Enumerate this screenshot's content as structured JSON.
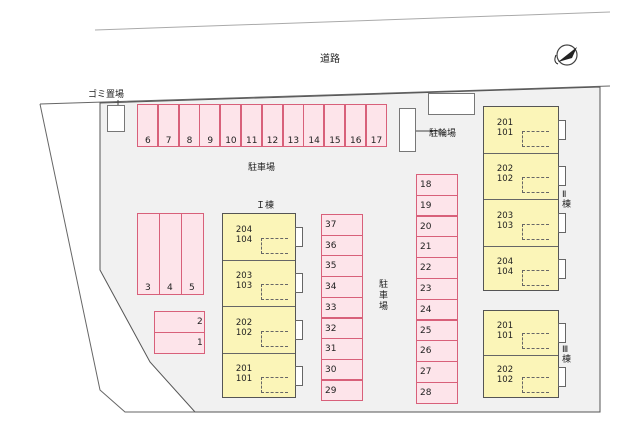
{
  "road_label": "道路",
  "garbage_label": "ゴミ置場",
  "bicycle_label": "駐輪場",
  "parking_label_top": "駐車場",
  "parking_label_vertical": "駐車場",
  "building_I": {
    "label": "Ｉ棟",
    "units": [
      [
        "204",
        "104"
      ],
      [
        "203",
        "103"
      ],
      [
        "202",
        "102"
      ],
      [
        "201",
        "101"
      ]
    ]
  },
  "building_II": {
    "label": "Ⅱ棟",
    "units": [
      [
        "201",
        "101"
      ],
      [
        "202",
        "102"
      ],
      [
        "203",
        "103"
      ],
      [
        "204",
        "104"
      ]
    ]
  },
  "building_III": {
    "label": "Ⅲ棟",
    "units": [
      [
        "201",
        "101"
      ],
      [
        "202",
        "102"
      ]
    ]
  },
  "parking_top_row": [
    "6",
    "7",
    "8",
    "9",
    "10",
    "11",
    "12",
    "13",
    "14",
    "15",
    "16",
    "17"
  ],
  "parking_left_col": [
    "3",
    "4",
    "5"
  ],
  "parking_small": [
    "2",
    "1"
  ],
  "parking_mid_col": [
    "37",
    "36",
    "35",
    "34",
    "33",
    "32",
    "31",
    "30",
    "29"
  ],
  "parking_right_col": [
    "18",
    "19",
    "20",
    "21",
    "22",
    "23",
    "24",
    "25",
    "26",
    "27",
    "28"
  ],
  "colors": {
    "parking_fill": "#fde4ea",
    "parking_border": "#d8607a",
    "building_fill": "#fbf5b8",
    "site_fill": "#f1f1f1"
  },
  "icons": [
    "north-arrow-icon"
  ]
}
